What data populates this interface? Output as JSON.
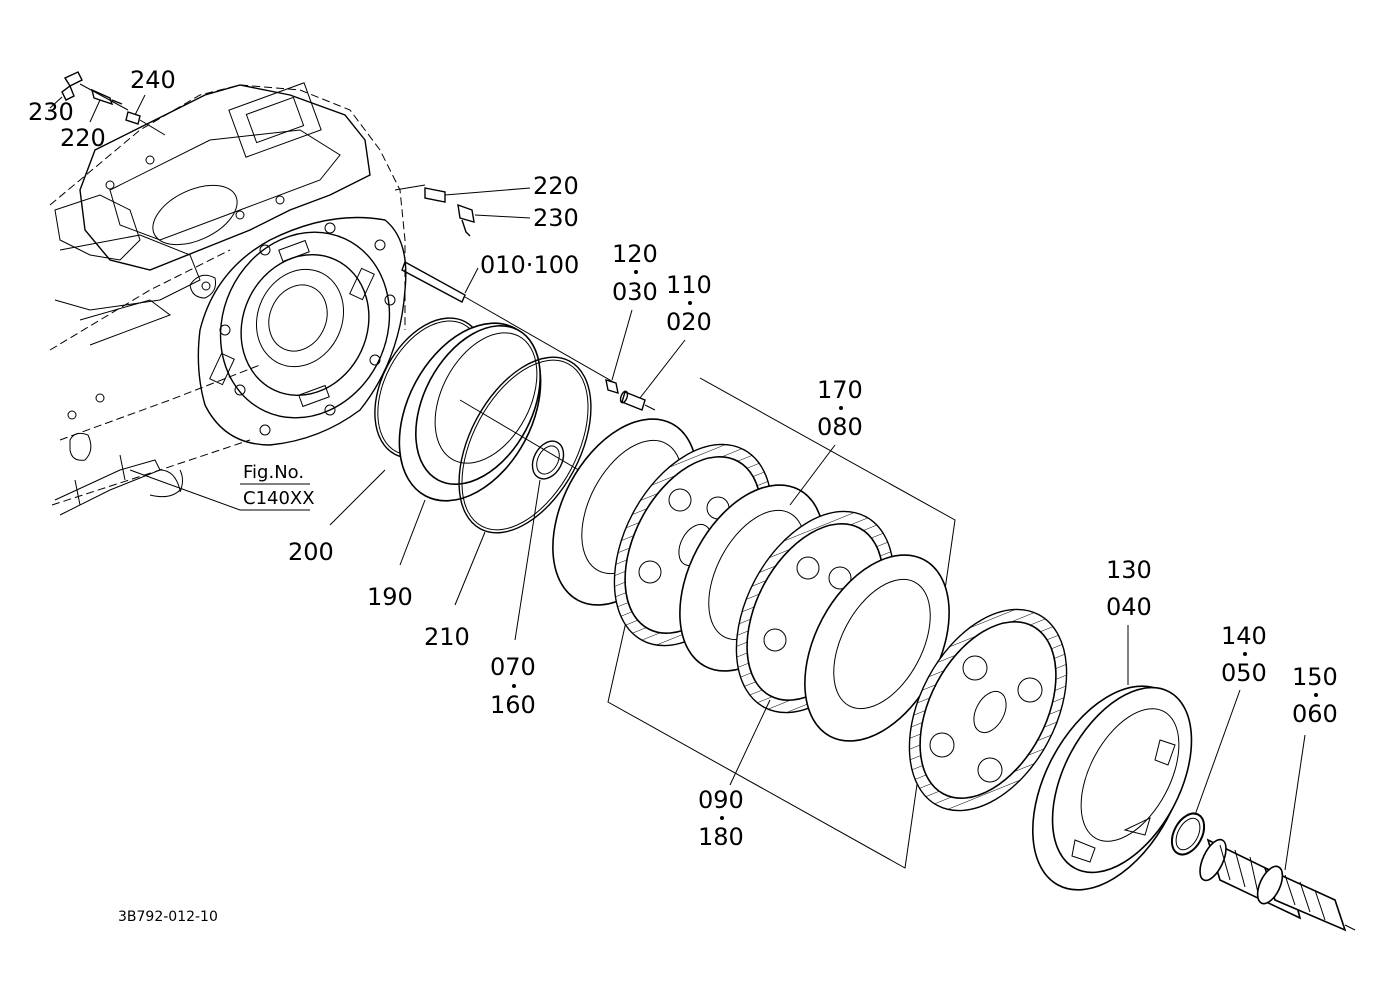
{
  "labels": {
    "l240": "240",
    "l230a": "230",
    "l220a": "220",
    "l220b": "220",
    "l230b": "230",
    "l010_100": "010·100",
    "l120": "120",
    "l030": "030",
    "l110": "110",
    "l020": "020",
    "l170": "170",
    "l080": "080",
    "l200": "200",
    "l190": "190",
    "l210": "210",
    "l070": "070",
    "l160": "160",
    "l090": "090",
    "l180": "180",
    "l130": "130",
    "l040": "040",
    "l140": "140",
    "l050": "050",
    "l150": "150",
    "l060": "060"
  },
  "fig_ref": {
    "line1": "Fig.No.",
    "line2": "C140XX"
  },
  "drawing_number": "3B792-012-10"
}
